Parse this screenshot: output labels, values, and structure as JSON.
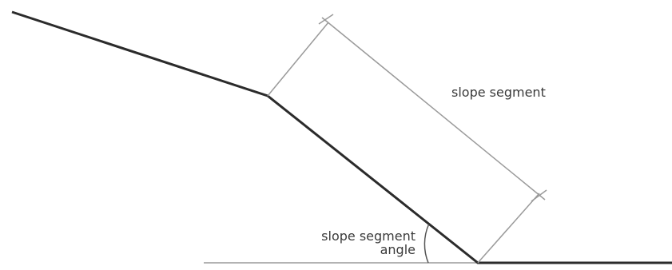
{
  "labels": {
    "slope_segment": "slope segment",
    "slope_segment_angle_line1": "slope segment",
    "slope_segment_angle_line2": "angle"
  },
  "colors": {
    "profile_line": "#2b2b2b",
    "dimension_line": "#9a9a9a",
    "baseline": "#9a9a9a",
    "text": "#3a3a3a"
  }
}
